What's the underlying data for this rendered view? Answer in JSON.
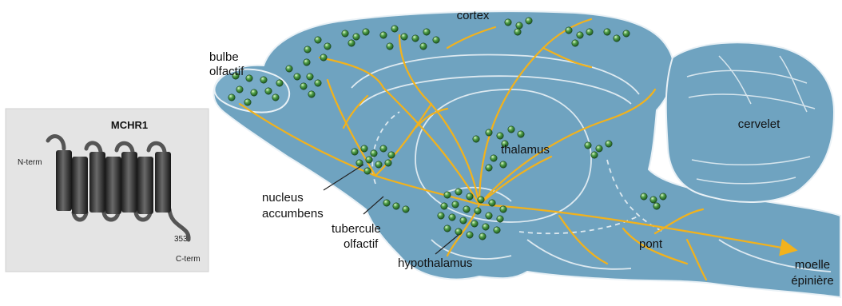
{
  "receptor_panel": {
    "title": "MCHR1",
    "n_term_label": "N-term",
    "c_term_label": "C-term",
    "residue_count": "353"
  },
  "brain_labels": {
    "cortex": "cortex",
    "bulbe_line1": "bulbe",
    "bulbe_line2": "olfactif",
    "thalamus": "thalamus",
    "cervelet": "cervelet",
    "nucleus_line1": "nucleus",
    "nucleus_line2": "accumbens",
    "tubercule_line1": "tubercule",
    "tubercule_line2": "olfactif",
    "hypothalamus": "hypothalamus",
    "pont": "pont",
    "moelle_line1": "moelle",
    "moelle_line2": "épinière"
  },
  "colors": {
    "brain_fill": "#6fa3c0",
    "brain_stroke": "#e9f1f6",
    "fiber": "#f2b21c",
    "neuron": "#3f8f3c",
    "neuron_highlight": "#c8f0b8",
    "panel_bg": "#e4e4e4",
    "helix": "#3a3a3a"
  }
}
